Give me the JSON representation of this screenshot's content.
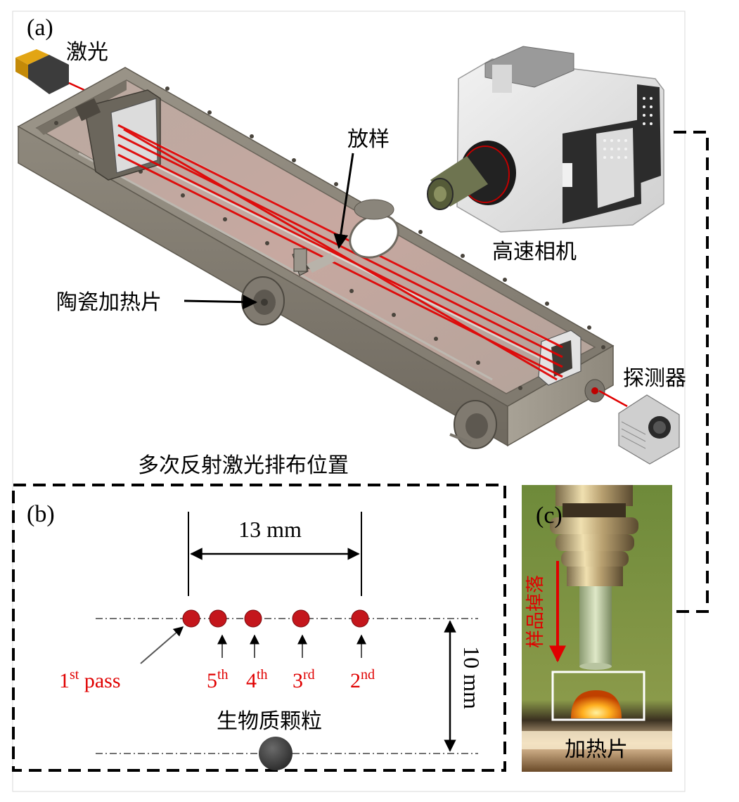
{
  "panel_a": {
    "label": "(a)",
    "laser_label": "激光",
    "sample_label": "放样",
    "camera_label": "高速相机",
    "heater_label": "陶瓷加热片",
    "detector_label": "探测器",
    "layout_caption": "多次反射激光排布位置"
  },
  "panel_b": {
    "label": "(b)",
    "width_dim": "13 mm",
    "height_dim": "10 mm",
    "particle_label": "生物质颗粒",
    "passes": [
      {
        "num": "1",
        "sup": "st",
        "suffix": " pass"
      },
      {
        "num": "5",
        "sup": "th",
        "suffix": ""
      },
      {
        "num": "4",
        "sup": "th",
        "suffix": ""
      },
      {
        "num": "3",
        "sup": "rd",
        "suffix": ""
      },
      {
        "num": "2",
        "sup": "nd",
        "suffix": ""
      }
    ]
  },
  "panel_c": {
    "label": "(c)",
    "drop_label": "样品掉落",
    "heater_label": "加热片"
  },
  "colors": {
    "laser_red": "#e00000",
    "spot_red": "#c4161c",
    "box_grey": "#8a8478",
    "photo_green": "#6f8a3a"
  }
}
